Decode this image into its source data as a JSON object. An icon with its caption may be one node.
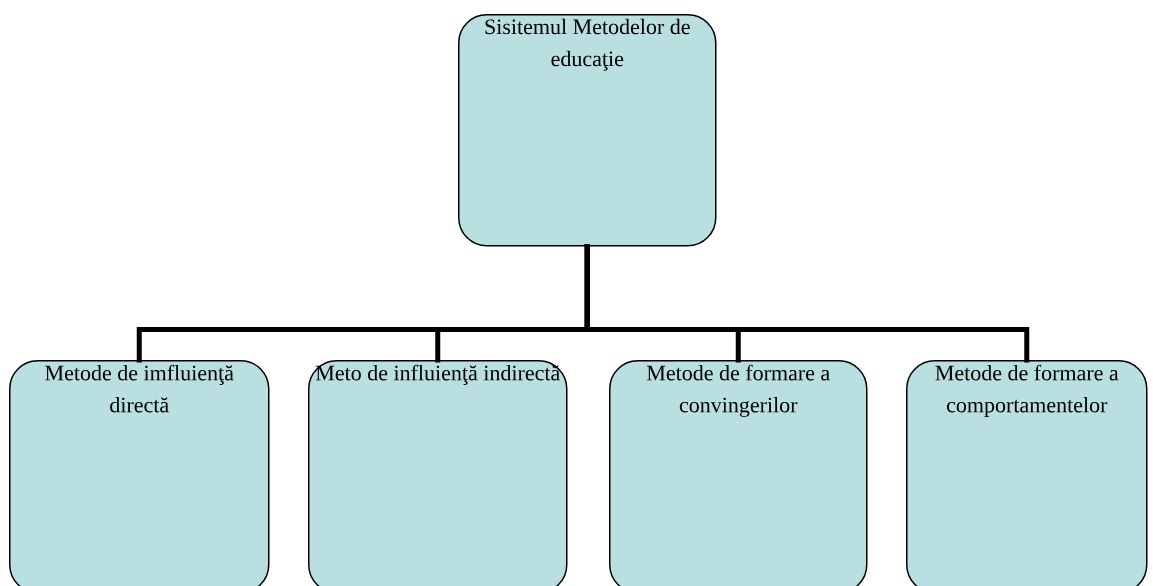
{
  "diagram": {
    "nodes": [
      {
        "text": [
          "Sisitemul Metodelor de educaţie"
        ]
      },
      {
        "text": [
          "Metode de imfluienţă directă"
        ]
      },
      {
        "text": [
          "Meto de influienţă indirectă"
        ]
      },
      {
        "text": [
          "Metode de formare a convingerilor"
        ]
      },
      {
        "text": [
          "Metode de formare a comportamentelor"
        ]
      }
    ],
    "edges": [
      {
        "from": 0,
        "to": 1,
        "arrow": "none"
      },
      {
        "from": 0,
        "to": 2,
        "arrow": "none"
      },
      {
        "from": 0,
        "to": 3,
        "arrow": "none"
      },
      {
        "from": 0,
        "to": 4,
        "arrow": "none"
      }
    ]
  }
}
